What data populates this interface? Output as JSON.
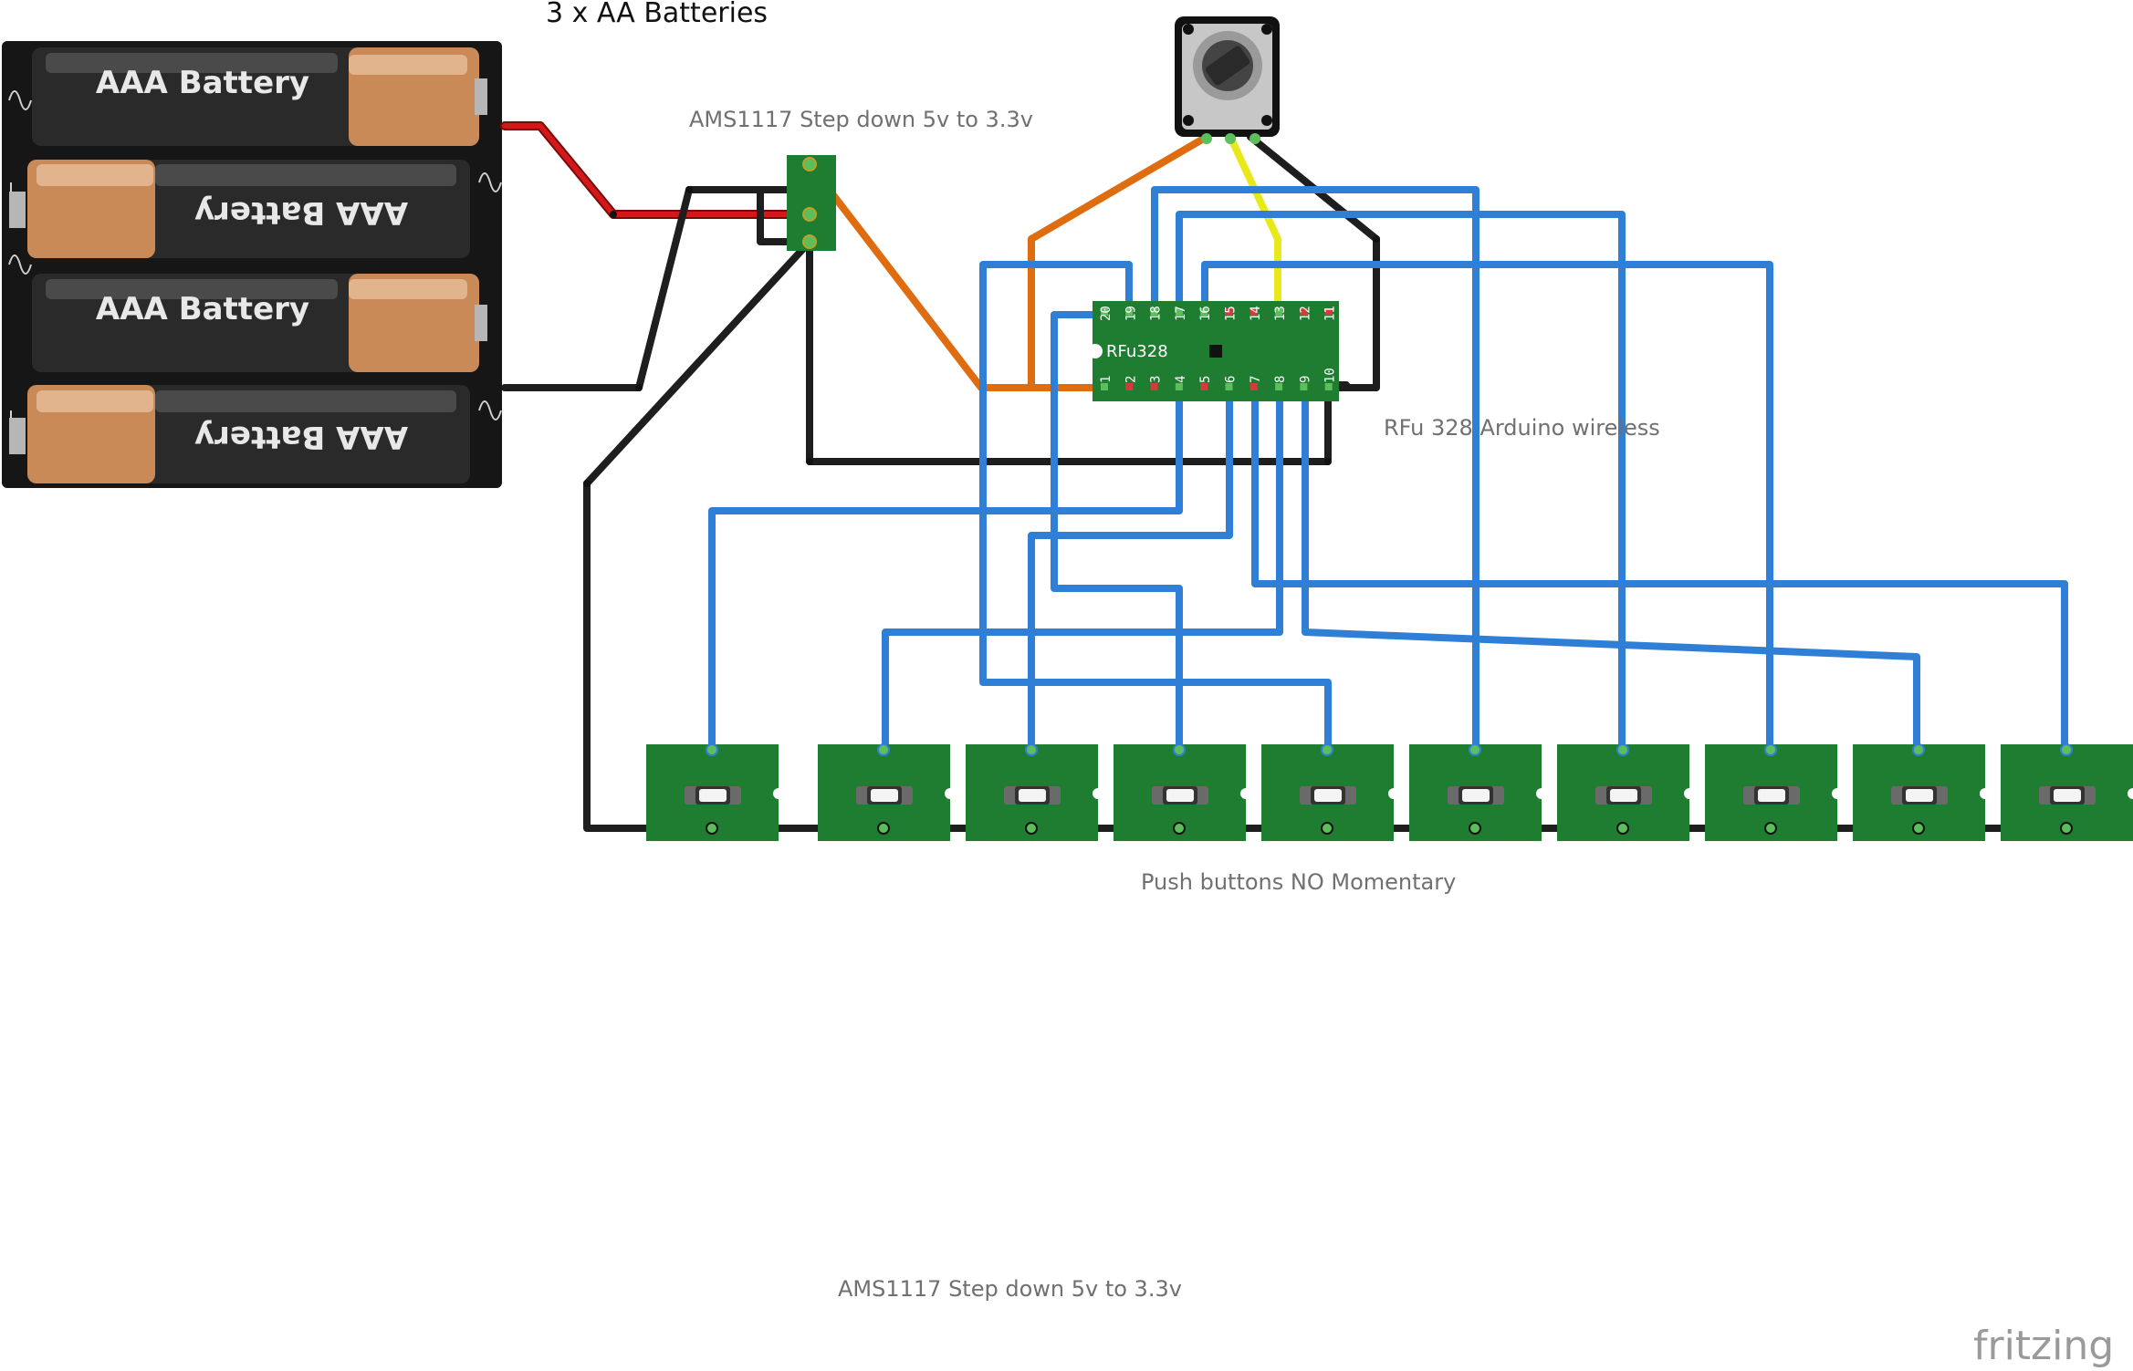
{
  "labels": {
    "battery_title": "3 x AA Batteries",
    "regulator_label": "AMS1117 Step down 5v to 3.3v",
    "arduino_label": "RFu 328 Arduino wireless",
    "buttons_label": "Push buttons NO Momentary",
    "regulator_label_bottom": "AMS1117 Step down 5v to 3.3v",
    "brand": "fritzing"
  },
  "battery_pack": {
    "cells": [
      {
        "text": "AAA Battery",
        "flipped": false
      },
      {
        "text": "AAA Battery",
        "flipped": true
      },
      {
        "text": "AAA Battery",
        "flipped": false
      },
      {
        "text": "AAA Battery",
        "flipped": true
      }
    ]
  },
  "arduino": {
    "chip_name": "RFu328",
    "top_pins": [
      "20",
      "19",
      "18",
      "17",
      "16",
      "15",
      "14",
      "13",
      "12",
      "11"
    ],
    "bottom_pins": [
      "1",
      "2",
      "3",
      "4",
      "5",
      "6",
      "7",
      "8",
      "9",
      "10"
    ]
  },
  "push_buttons": {
    "count": 10
  },
  "colors": {
    "signal_wire": "#2f7fd6",
    "ground_wire": "#1e1e1e",
    "power_wire": "#d21818",
    "orange_wire": "#e06c10",
    "pot_wiper_wire": "#e8e81a",
    "pcb_green": "#1f7d32",
    "battery_copper": "#c98a57"
  }
}
